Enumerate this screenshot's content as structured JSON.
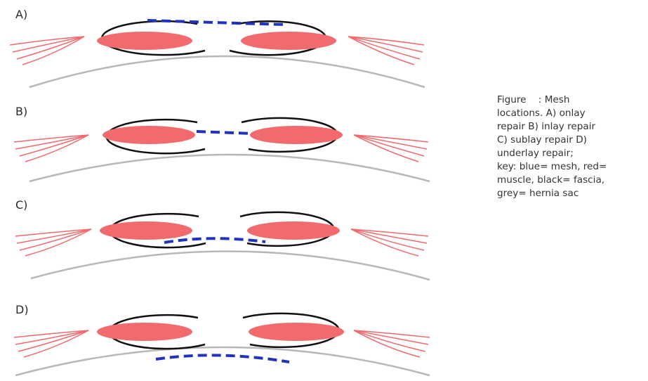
{
  "colors": {
    "mesh": "#2233bb",
    "muscle": "#f06a6e",
    "fascia": "#111111",
    "hernia_sac": "#b8b8b8"
  },
  "panels": [
    {
      "label": "A)",
      "mesh_location": "onlay"
    },
    {
      "label": "B)",
      "mesh_location": "inlay"
    },
    {
      "label": "C)",
      "mesh_location": "sublay"
    },
    {
      "label": "D)",
      "mesh_location": "underlay"
    }
  ],
  "caption": {
    "lines": [
      "Figure    : Mesh",
      "locations. A) onlay",
      "repair B) inlay repair",
      "C) sublay repair D)",
      "underlay repair;",
      "key: blue= mesh, red=",
      "muscle, black= fascia,",
      "grey= hernia sac"
    ]
  }
}
